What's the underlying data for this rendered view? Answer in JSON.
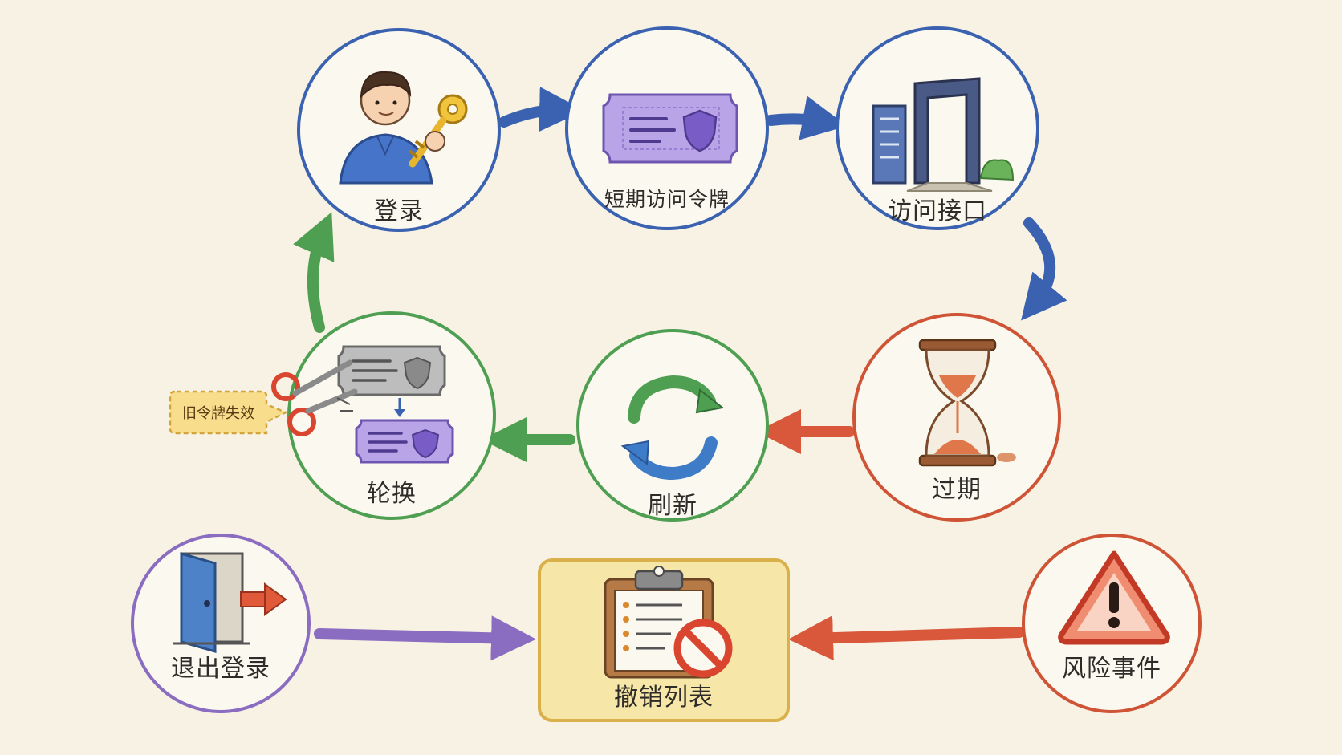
{
  "nodes": {
    "login": "登录",
    "short_token": "短期访问令牌",
    "access_api": "访问接口",
    "expire": "过期",
    "refresh": "刷新",
    "rotate": "轮换",
    "logout": "退出登录",
    "revocation_list": "撤销列表",
    "risk_event": "风险事件"
  },
  "callouts": {
    "old_token_invalid": "旧令牌失效"
  },
  "colors": {
    "blue": "#3a62b0",
    "red": "#cf5436",
    "green": "#4f9f52",
    "purple": "#8a6cc0",
    "red_light": "#d9573a",
    "highlight_fill": "#f6e6a8",
    "highlight_border": "#d9b04a",
    "background": "#f7f2e4"
  },
  "icons": {
    "login": "person-with-key-icon",
    "short_token": "token-ticket-shield-icon",
    "access_api": "server-gateway-icon",
    "expire": "hourglass-icon",
    "refresh": "refresh-arrows-icon",
    "rotate": "scissors-token-swap-icon",
    "logout": "exit-door-icon",
    "revocation_list": "clipboard-forbidden-icon",
    "risk_event": "warning-triangle-icon"
  }
}
